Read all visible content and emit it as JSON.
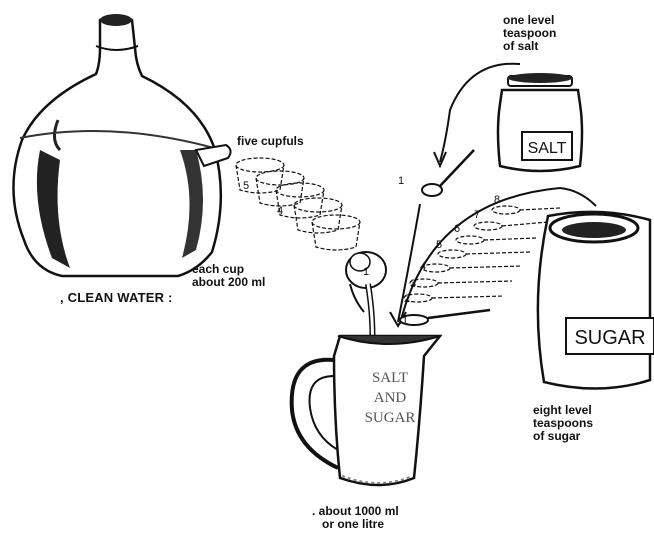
{
  "labels": {
    "salt_label": [
      "one level",
      "teaspoon",
      "of salt"
    ],
    "five_cups": "five cupfuls",
    "each_cup": [
      "each cup",
      "about 200 ml"
    ],
    "clean_water": ", CLEAN WATER :",
    "sugar_label": [
      "eight level",
      "teaspoons",
      "of sugar"
    ],
    "volume": [
      ". about 1000 ml",
      "or one litre"
    ]
  },
  "jars": {
    "salt": "SALT",
    "sugar": "SUGAR"
  },
  "pitcher_text": [
    "SALT",
    "AND",
    "SUGAR"
  ],
  "cup_numbers": [
    "5",
    "4",
    "1"
  ],
  "spoon_numbers": [
    "1",
    "2",
    "3",
    "4",
    "5",
    "6",
    "7",
    "8"
  ]
}
